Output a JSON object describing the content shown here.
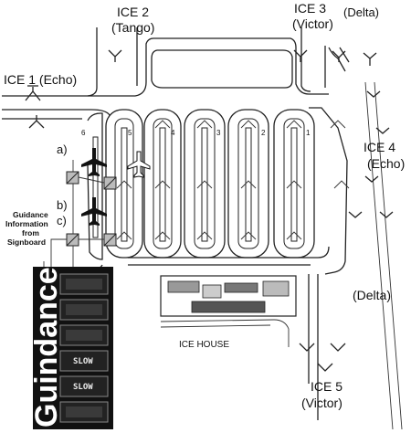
{
  "ice_areas": {
    "ice1": "ICE 1 (Echo)",
    "ice2_name": "ICE 2",
    "ice2_code": "(Tango)",
    "ice3_name": "ICE 3",
    "ice3_code": "(Victor)",
    "ice4_name": "ICE 4",
    "ice4_code": "(Echo)",
    "ice5_name": "ICE 5",
    "ice5_code": "(Victor)",
    "delta_top": "(Delta)",
    "delta_right": "(Delta)"
  },
  "ice_house": "ICE HOUSE",
  "guidance": {
    "side_label": "Guidance Information from Signboard",
    "side_lines": [
      "Guidance",
      "Information",
      "from",
      "Signboard"
    ],
    "sign_title": "Guindance",
    "sign_rows": [
      "",
      "",
      "",
      "SLOW",
      "SLOW",
      ""
    ]
  },
  "pad_numbers": [
    "6",
    "5",
    "4",
    "3",
    "2",
    "1"
  ],
  "position_letters": [
    "a)",
    "b)",
    "c)"
  ]
}
